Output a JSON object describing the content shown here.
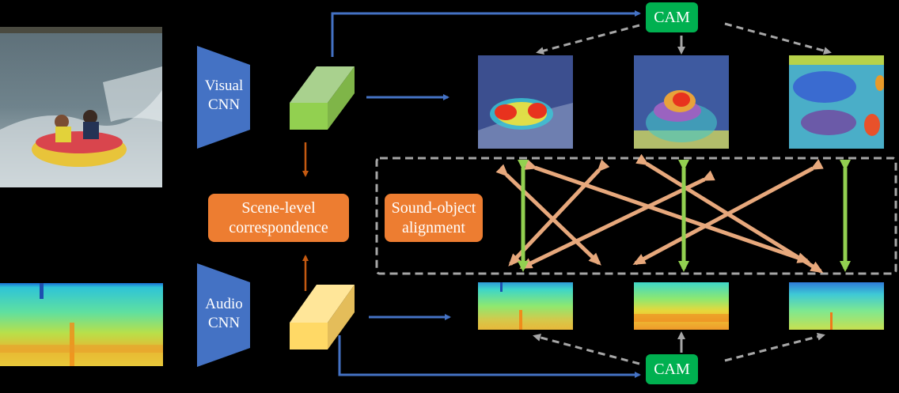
{
  "diagram": {
    "visual_branch": {
      "input": "video-frame-tubing-photo",
      "encoder_label": "Visual\nCNN",
      "encoder_lines": [
        "Visual",
        "CNN"
      ],
      "feature": "visual-feature-block"
    },
    "audio_branch": {
      "input": "audio-spectrogram",
      "encoder_lines": [
        "Audio",
        "CNN"
      ],
      "feature": "audio-feature-block"
    },
    "scene_level": {
      "lines": [
        "Scene-level",
        "correspondence"
      ]
    },
    "sound_object": {
      "lines": [
        "Sound-object",
        "alignment"
      ]
    },
    "cam_top": {
      "label": "CAM"
    },
    "cam_bottom": {
      "label": "CAM"
    },
    "visual_cams": [
      "visual-cam-1",
      "visual-cam-2",
      "visual-cam-3"
    ],
    "audio_cams": [
      "audio-cam-1",
      "audio-cam-2",
      "audio-cam-3"
    ],
    "colors": {
      "background": "#000000",
      "encoder": "#4472C4",
      "visual_feature": "#92D050",
      "audio_feature": "#FFD966",
      "orange_box": "#ED7D31",
      "cam_box": "#00B050",
      "match_arrow": "#92D050",
      "mismatch_arrow": "#F4B183",
      "dashed": "#A6A6A6",
      "flow_arrow": "#4472C4",
      "scene_arrow": "#C55A11"
    }
  }
}
